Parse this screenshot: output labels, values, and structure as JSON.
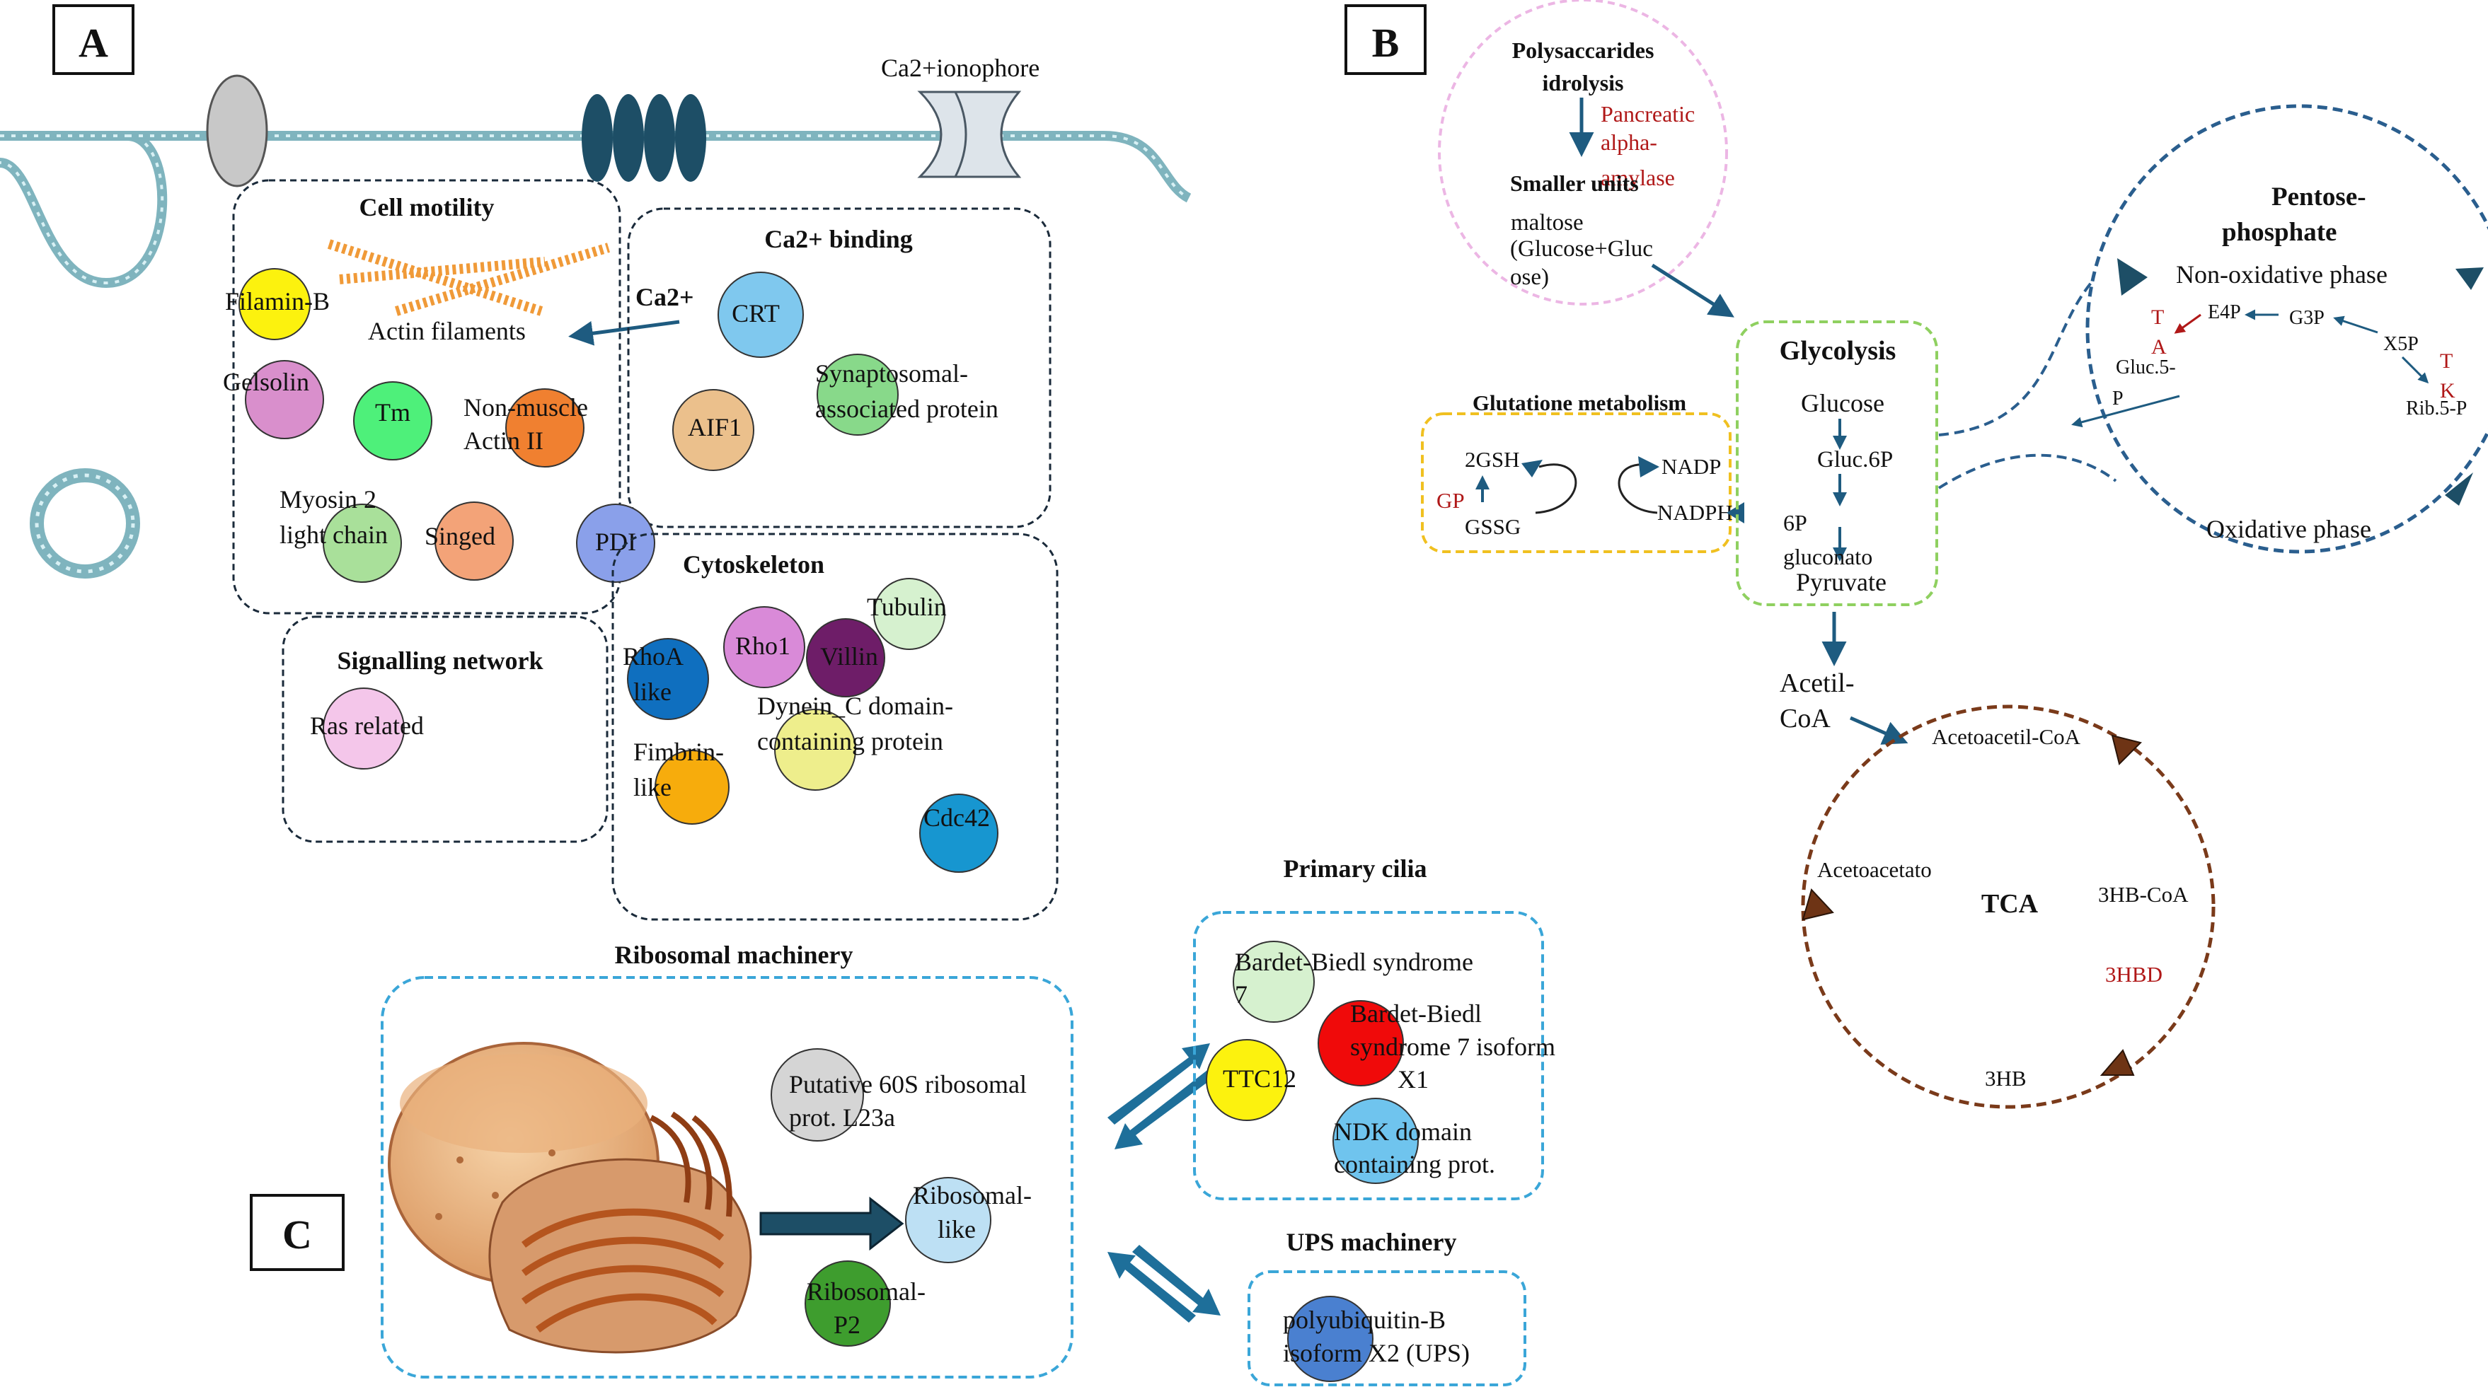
{
  "panels": {
    "a": "A",
    "b": "B",
    "c": "C"
  },
  "membrane": {
    "ionophore": "Ca2+ionophore"
  },
  "cell_motility": {
    "title": "Cell motility",
    "filamin": "Filamin-B",
    "actin": "Actin filaments",
    "ca": "Ca2+",
    "gelsolin": "Gelsolin",
    "tm": "Tm",
    "nonmuscle_1": "Non-muscle",
    "nonmuscle_2": "Actin II",
    "myosin_1": "Myosin 2",
    "myosin_2": "light chain",
    "singed": "Singed"
  },
  "ca_binding": {
    "title": "Ca2+ binding",
    "crt": "CRT",
    "aif1": "AIF1",
    "synapt_1": "Synaptosomal-",
    "synapt_2": "associated protein"
  },
  "pdi": "PDI",
  "signalling": {
    "title": "Signalling network",
    "ras": "Ras related"
  },
  "cytoskeleton": {
    "title": "Cytoskeleton",
    "tubulin": "Tubulin",
    "rho1": "Rho1",
    "villin": "Villin",
    "rhoa_1": "RhoA",
    "rhoa_2": "like",
    "dynein_1": "Dynein_C domain-",
    "dynein_2": "containing protein",
    "fimbrin_1": "Fimbrin-",
    "fimbrin_2": "like",
    "cdc42": "Cdc42"
  },
  "ribosomal": {
    "title": "Ribosomal machinery",
    "l23a_1": "Putative 60S ribosomal",
    "l23a_2": "prot. L23a",
    "riblike_1": "Ribosomal-",
    "riblike_2": "like",
    "p2_1": "Ribosomal-",
    "p2_2": "P2"
  },
  "cilia": {
    "title": "Primary cilia",
    "bbs7_1": "Bardet-Biedl syndrome",
    "bbs7_2": "7",
    "bbs7x_1": "Bardet-Biedl",
    "bbs7x_2": "syndrome 7 isoform",
    "bbs7x_3": "X1",
    "ttc12": "TTC12",
    "ndk_1": "NDK domain",
    "ndk_2": "containing prot."
  },
  "ups": {
    "title": "UPS machinery",
    "poly_1": "polyubiquitin-B",
    "poly_2": "isoform X2 (UPS)"
  },
  "polysacc": {
    "title_1": "Polysaccarides",
    "title_2": "idrolysis",
    "enzyme_1": "Pancreatic",
    "enzyme_2": "alpha-",
    "enzyme_3": "amylase",
    "smaller": "Smaller units",
    "maltose_1": "maltose",
    "maltose_2": "(Glucose+Gluc",
    "maltose_3": "ose)"
  },
  "glutatione": {
    "title": "Glutatione metabolism",
    "gsh": "2GSH",
    "gp": "GP",
    "gssg": "GSSG",
    "nadp": "NADP",
    "nadph": "NADPH"
  },
  "glycolysis": {
    "title": "Glycolysis",
    "glucose": "Glucose",
    "g6p": "Gluc.6P",
    "gluconato_1": "6P",
    "gluconato_2": "gluconato",
    "pyruvate": "Pyruvate"
  },
  "pentose": {
    "title_1": "Pentose-",
    "title_2": "phosphate",
    "nonox": "Non-oxidative phase",
    "ta_1": "T",
    "ta_2": "A",
    "e4p": "E4P",
    "g3p": "G3P",
    "x5p": "X5P",
    "tk_1": "T",
    "tk_2": "K",
    "gluc5_1": "Gluc.5-",
    "gluc5_2": "P",
    "rib5": "Rib.5-P",
    "ox": "Oxidative phase"
  },
  "tca": {
    "title": "TCA",
    "acetil_1": "Acetil-",
    "acetil_2": "CoA",
    "acetoacetil": "Acetoacetil-CoA",
    "acetoacetato": "Acetoacetato",
    "hbcoa": "3HB-CoA",
    "hbd": "3HBD",
    "hb": "3HB"
  },
  "colors": {
    "membrane": "#7fb4be",
    "arrow": "#1e5b80",
    "red_text": "#b01818",
    "glycolysis_box": "#8fd060",
    "glutatione_box": "#f0c020",
    "pentose_ring": "#2a5e8e",
    "tca_ring": "#7a3a1a",
    "cyan_box": "#3aa6d8"
  }
}
